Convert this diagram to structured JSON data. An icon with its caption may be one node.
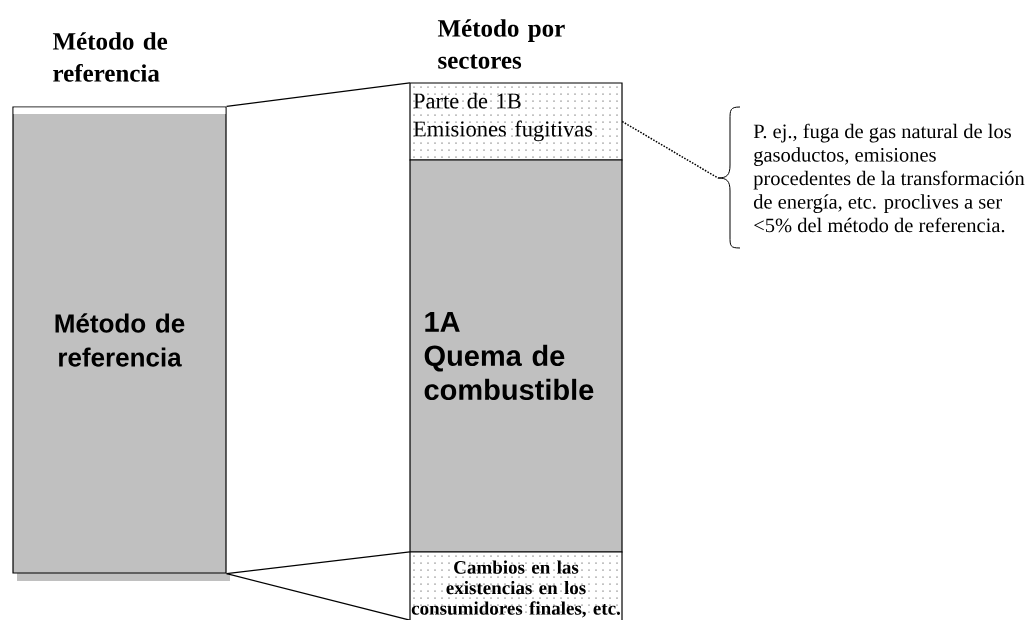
{
  "diagram": {
    "nodes": [
      {
        "text": [
          "Método de referencia"
        ]
      },
      {
        "text": [
          "Parte de 1B",
          "Emisiones fugitivas"
        ]
      },
      {
        "text": [
          "1A Quema de combustible"
        ]
      },
      {
        "text": [
          "Cambios en las existencias en los consumidores finales, etc."
        ]
      },
      {
        "text": [
          "P. ej., fuga de gas natural de los gasoductos, emisiones procedentes de la transformación de energía, etc. proclives a ser <5% del método de referencia."
        ]
      }
    ],
    "edges": [
      {
        "from": 0,
        "to": 1,
        "arrow": "none"
      },
      {
        "from": 0,
        "to": 3,
        "arrow": "none"
      },
      {
        "from": 0,
        "to": 3,
        "arrow": "none"
      },
      {
        "from": 1,
        "to": 4,
        "arrow": "none",
        "style": "dashed"
      }
    ],
    "labels": [
      "Método de referencia",
      "Método por sectores"
    ]
  }
}
